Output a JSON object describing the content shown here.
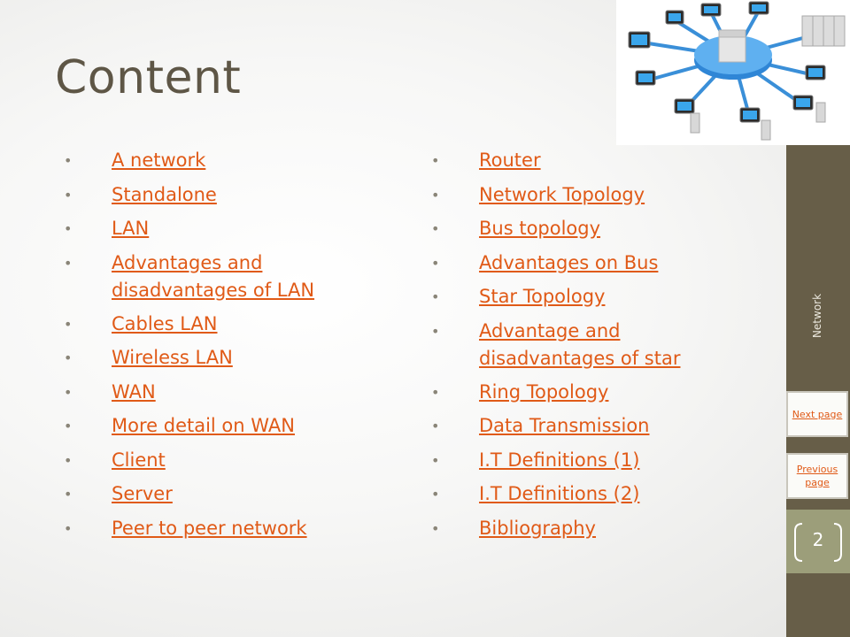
{
  "slide": {
    "title": "Content",
    "side_label": "Network",
    "page_number": "2"
  },
  "nav": {
    "next": "Next page",
    "previous": "Previous page"
  },
  "left_links": [
    "A network",
    "Standalone",
    "LAN",
    "Advantages and disadvantages of LAN",
    "Cables LAN",
    "Wireless LAN",
    "WAN",
    "More detail on WAN",
    "Client",
    "Server",
    "Peer to peer network"
  ],
  "right_links": [
    "Router",
    "Network Topology",
    "Bus topology",
    "Advantages on Bus",
    "Star Topology",
    "Advantage and disadvantages of star",
    "Ring Topology",
    "Data Transmission",
    "I.T Definitions (1)",
    "I.T Definitions (2)",
    "Bibliography"
  ],
  "colors": {
    "link": "#e05a17",
    "title": "#5e5646",
    "sidebar": "#675e48",
    "sidebar_band": "#9c9e7a"
  },
  "image": {
    "icon": "network-diagram-illustration"
  }
}
